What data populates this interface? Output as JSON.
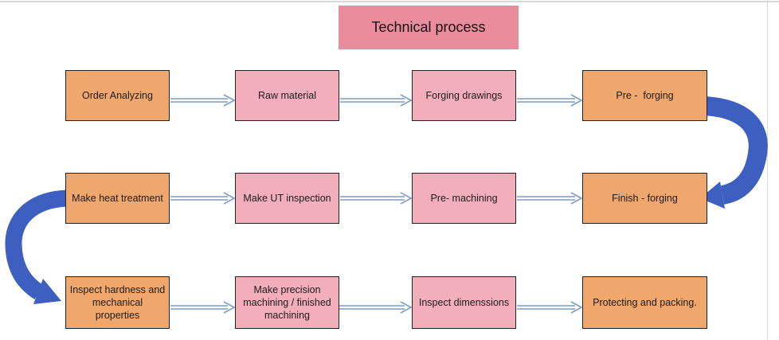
{
  "palette": {
    "title_bg": "#e98c9c",
    "orange": "#efa76d",
    "pink": "#f2aeba",
    "box_border": "#232323",
    "connector": "#7e9cc9",
    "curve_arrow": "#3d5fc0",
    "text": "#1c1c1c",
    "page_edge": "#d9d9d9"
  },
  "flowchart": {
    "title": "Technical process",
    "rows": [
      {
        "boxes": [
          {
            "label": "Order Analyzing",
            "color": "orange"
          },
          {
            "label": "Raw material",
            "color": "pink"
          },
          {
            "label": "Forging drawings",
            "color": "pink"
          },
          {
            "label": "Pre -  forging",
            "color": "orange"
          }
        ]
      },
      {
        "boxes": [
          {
            "label": "Make heat treatment",
            "color": "orange"
          },
          {
            "label": "Make UT inspection",
            "color": "pink"
          },
          {
            "label": "Pre- machining",
            "color": "pink"
          },
          {
            "label": "Finish - forging",
            "color": "orange"
          }
        ]
      },
      {
        "boxes": [
          {
            "label": "Inspect hardness and\nmechanical\nproperties",
            "color": "orange"
          },
          {
            "label": "Make precision\nmachining / finished\nmachining",
            "color": "pink"
          },
          {
            "label": "Inspect dimenssions",
            "color": "pink"
          },
          {
            "label": "Protecting and packing.",
            "color": "orange"
          }
        ]
      }
    ],
    "curved_arrows": [
      {
        "name": "row1-right-down-to-row2"
      },
      {
        "name": "row2-left-down-to-row3"
      }
    ]
  }
}
